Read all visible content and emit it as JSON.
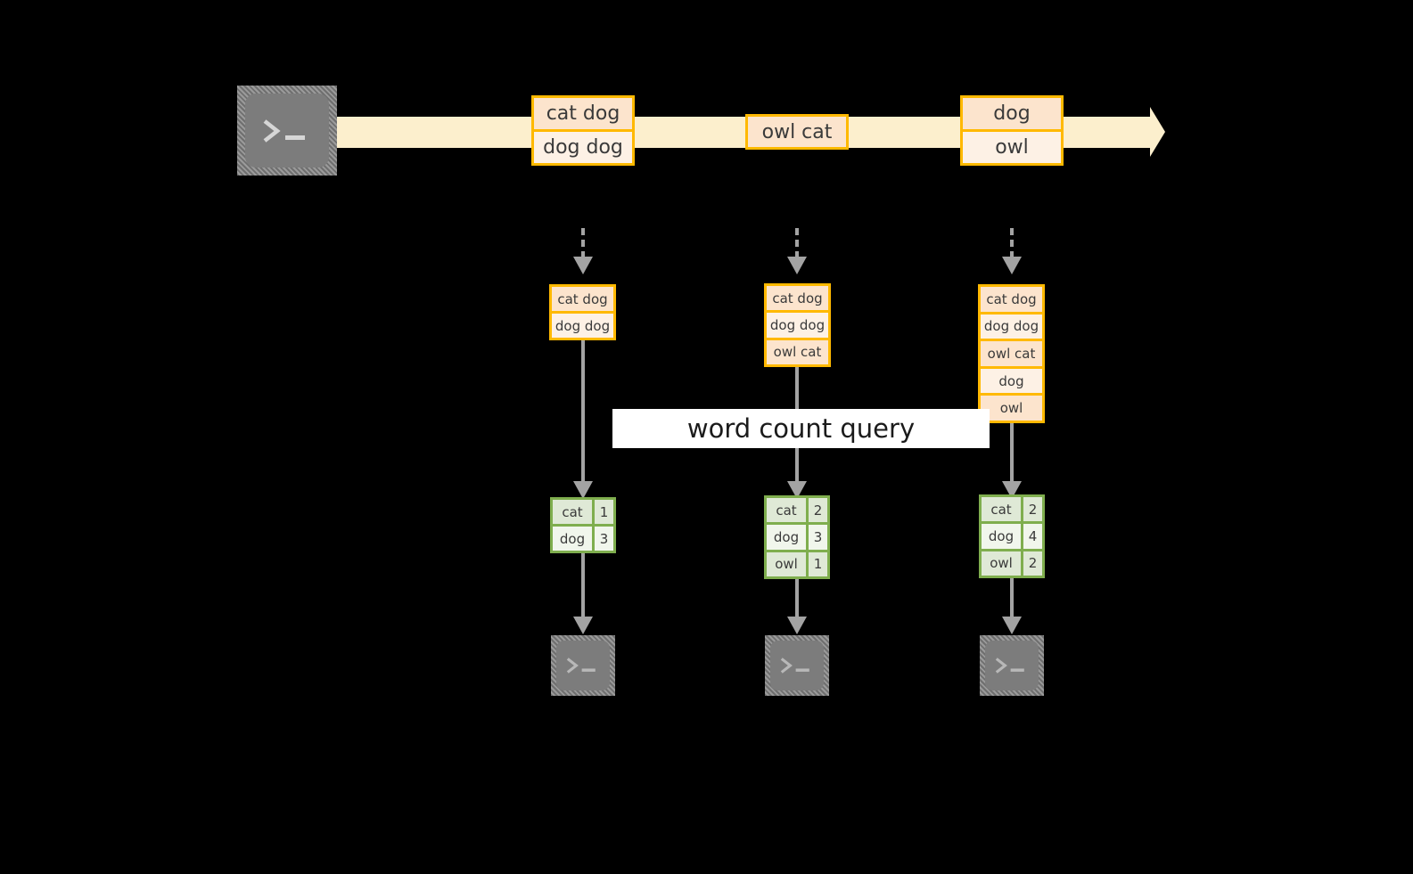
{
  "diagram": {
    "title_banner": "word count query",
    "colors": {
      "orange_border": "#ffb900",
      "orange_fill_dark": "#fce4cd",
      "orange_fill_light": "#fdf1e5",
      "green_border": "#7fae4e",
      "green_fill_dark": "#dfe9d6",
      "green_fill_light": "#f1f6ec",
      "stream_fill": "#fcefcd",
      "connector_gray": "#a3a3a3",
      "terminal_gray": "#7c7c7c",
      "background": "#000000",
      "banner_background": "#ffffff",
      "text": "#3a3a3a"
    },
    "source_terminal": {
      "icon": "terminal-prompt-icon",
      "glyph": ">_"
    },
    "stream": {
      "icon": "right-arrow-icon",
      "events": [
        {
          "id": "event-1",
          "lines": [
            "cat dog",
            "dog dog"
          ]
        },
        {
          "id": "event-2",
          "lines": [
            "owl cat"
          ]
        },
        {
          "id": "event-3",
          "lines": [
            "dog",
            "owl"
          ]
        }
      ]
    },
    "snapshots": [
      {
        "id": "snapshot-1",
        "lines": [
          "cat dog",
          "dog dog"
        ]
      },
      {
        "id": "snapshot-2",
        "lines": [
          "cat dog",
          "dog dog",
          "owl cat"
        ]
      },
      {
        "id": "snapshot-3",
        "lines": [
          "cat dog",
          "dog dog",
          "owl cat",
          "dog",
          "owl"
        ]
      }
    ],
    "results": [
      {
        "id": "result-1",
        "rows": [
          {
            "word": "cat",
            "count": "1"
          },
          {
            "word": "dog",
            "count": "3"
          }
        ]
      },
      {
        "id": "result-2",
        "rows": [
          {
            "word": "cat",
            "count": "2"
          },
          {
            "word": "dog",
            "count": "3"
          },
          {
            "word": "owl",
            "count": "1"
          }
        ]
      },
      {
        "id": "result-3",
        "rows": [
          {
            "word": "cat",
            "count": "2"
          },
          {
            "word": "dog",
            "count": "4"
          },
          {
            "word": "owl",
            "count": "2"
          }
        ]
      }
    ],
    "sink_terminals": [
      {
        "id": "sink-1",
        "icon": "terminal-prompt-icon",
        "glyph": ">_"
      },
      {
        "id": "sink-2",
        "icon": "terminal-prompt-icon",
        "glyph": ">_"
      },
      {
        "id": "sink-3",
        "icon": "terminal-prompt-icon",
        "glyph": ">_"
      }
    ]
  }
}
